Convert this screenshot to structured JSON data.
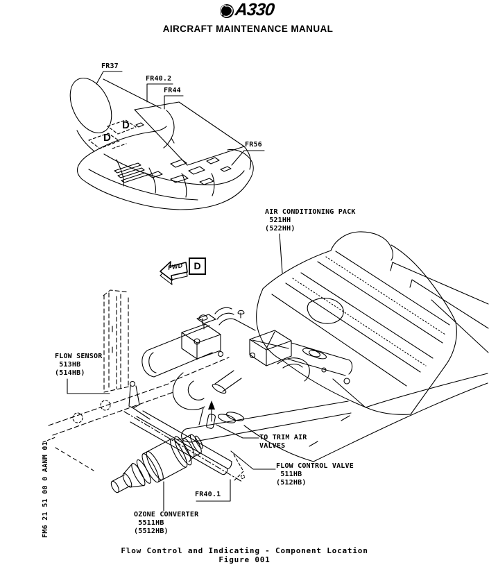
{
  "header": {
    "logo_text": "A330",
    "manual_title": "AIRCRAFT MAINTENANCE MANUAL"
  },
  "figure": {
    "caption": "Flow Control and Indicating - Component Location",
    "figure_number": "Figure 001",
    "fiche_code": "FM6 21 51 00 0 AANM 01"
  },
  "frame_labels": {
    "fr37": "FR37",
    "fr40_2": "FR40.2",
    "fr44": "FR44",
    "fr56": "FR56",
    "fr40_1": "FR40.1"
  },
  "zone_markers": {
    "detail_letter_1": "D",
    "detail_letter_2": "D",
    "detail_box_letter": "D",
    "fwd_arrow_text": "FWD"
  },
  "component_labels": {
    "air_conditioning_pack": "AIR CONDITIONING PACK\n 521HH\n(522HH)",
    "flow_sensor": "FLOW SENSOR\n 513HB\n(514HB)",
    "to_trim_air_valves": "TO TRIM AIR\nVALVES",
    "flow_control_valve": "FLOW CONTROL VALVE\n 511HB\n(512HB)",
    "ozone_converter": "OZONE CONVERTER\n 5511HB\n(5512HB)"
  },
  "colors": {
    "ink": "#000000",
    "paper": "#ffffff"
  }
}
